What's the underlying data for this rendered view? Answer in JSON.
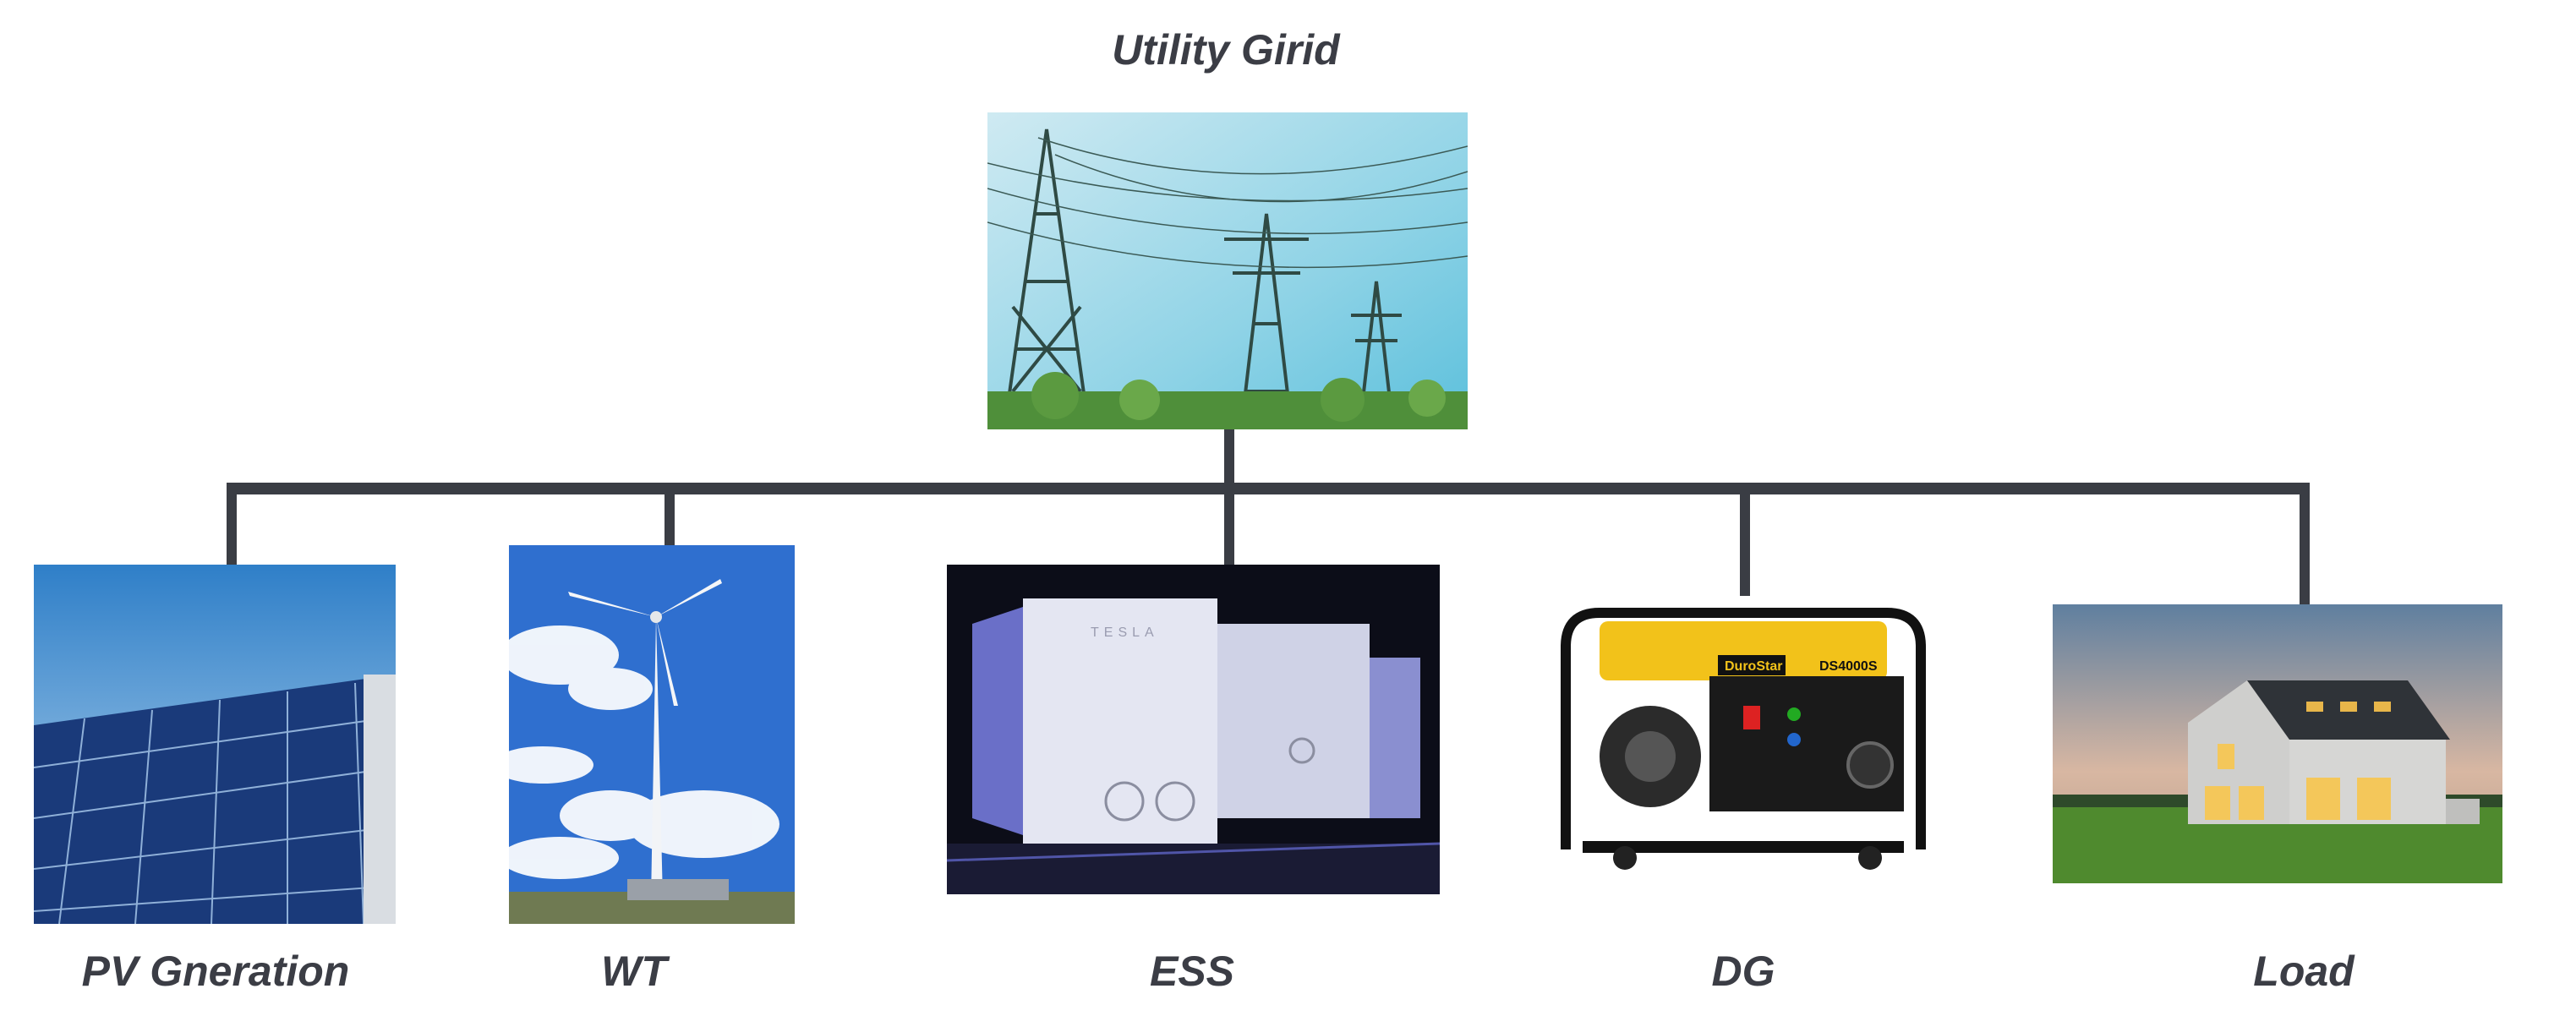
{
  "diagram": {
    "root": {
      "label": "Utility Girid",
      "picture": "transmission-towers-photo"
    },
    "children": [
      {
        "label": "PV Gneration",
        "picture": "solar-panel-photo"
      },
      {
        "label": "WT",
        "picture": "wind-turbine-photo"
      },
      {
        "label": "ESS",
        "picture": "battery-storage-photo",
        "logo_text": "TESLA"
      },
      {
        "label": "DG",
        "picture": "generator-photo",
        "brand_text": "DuroStar",
        "model_text": "DS4000S"
      },
      {
        "label": "Load",
        "picture": "house-photo"
      }
    ],
    "bus_color": "#3a3d44",
    "label_color": "#3b3d45"
  }
}
